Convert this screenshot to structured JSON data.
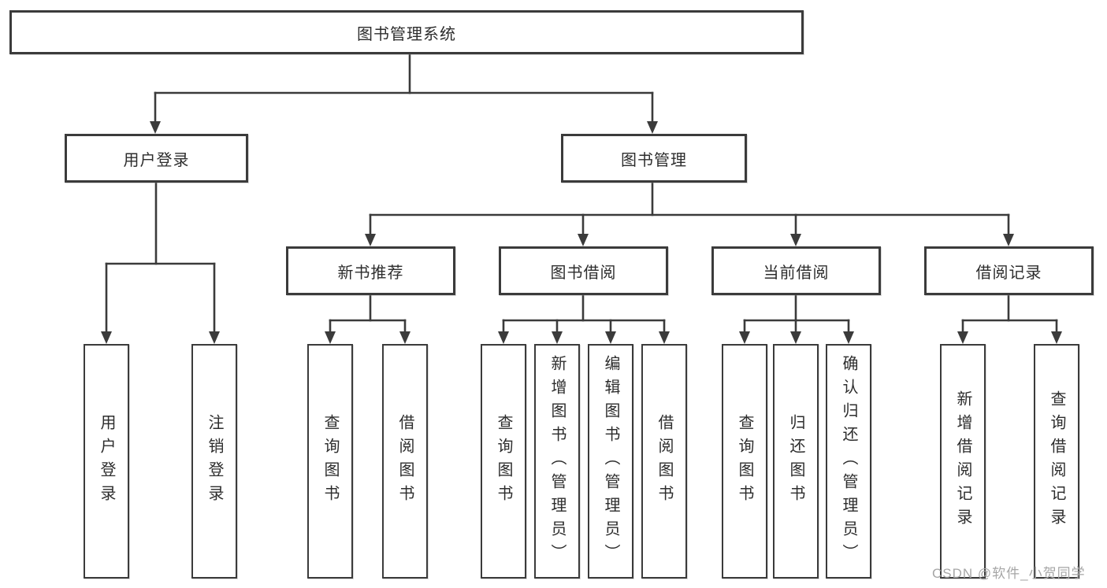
{
  "tree": {
    "root": "图书管理系统",
    "branches": [
      {
        "label": "用户登录",
        "children": [
          "用户登录",
          "注销登录"
        ]
      },
      {
        "label": "图书管理",
        "groups": [
          {
            "label": "新书推荐",
            "children": [
              "查询图书",
              "借阅图书"
            ]
          },
          {
            "label": "图书借阅",
            "children": [
              "查询图书",
              "新增图书（管理员）",
              "编辑图书（管理员）",
              "借阅图书"
            ]
          },
          {
            "label": "当前借阅",
            "children": [
              "查询图书",
              "归还图书",
              "确认归还（管理员）"
            ]
          },
          {
            "label": "借阅记录",
            "children": [
              "新增借阅记录",
              "查询借阅记录"
            ]
          }
        ]
      }
    ]
  },
  "watermark": "CSDN @软件_小贺同学",
  "colors": {
    "line": "#3b3b3b",
    "box_border": "#3b3b3b",
    "text": "#2d2d2d",
    "watermark": "#a6a6a6",
    "background": "#ffffff"
  }
}
